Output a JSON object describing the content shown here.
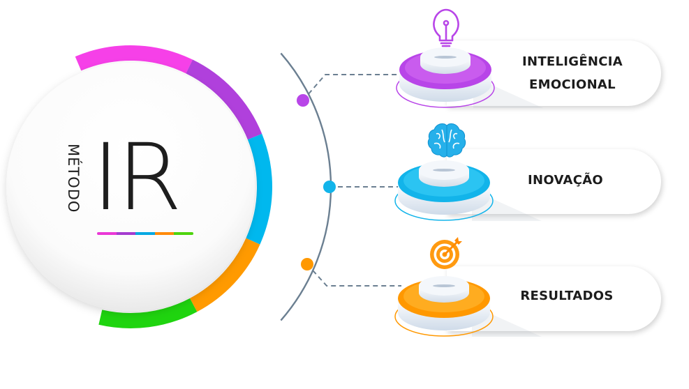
{
  "title": {
    "prefix": "MÉTODO",
    "main": "IR"
  },
  "palette": {
    "magenta": "#f43ee8",
    "purple": "#a93ad4",
    "violet": "#c84ff0",
    "blue": "#00aee8",
    "cyan": "#00c8f6",
    "orange": "#ff8c00",
    "amber": "#ffb300",
    "green": "#17d60f",
    "line": "#6b7f91"
  },
  "underline_colors": [
    "#ea38d6",
    "#a43cd0",
    "#04a8e2",
    "#ff8a0a",
    "#4ed40e"
  ],
  "ring_segments": [
    {
      "name": "magenta",
      "color": "#f640e8"
    },
    {
      "name": "purple",
      "color": "#b040dc"
    },
    {
      "name": "blue",
      "color": "#00b8ee"
    },
    {
      "name": "orange",
      "color": "#ff9a00"
    },
    {
      "name": "green",
      "color": "#1fd40f"
    }
  ],
  "items": [
    {
      "label_lines": [
        "INTELIGÊNCIA",
        "EMOCIONAL"
      ],
      "icon": "lightbulb-icon",
      "color": "#b845e8",
      "color_light": "#d46cf2"
    },
    {
      "label_lines": [
        "INOVAÇÃO"
      ],
      "icon": "brain-icon",
      "color": "#12b4ea",
      "color_light": "#3ccff7"
    },
    {
      "label_lines": [
        "RESULTADOS"
      ],
      "icon": "target-icon",
      "color": "#ff9800",
      "color_light": "#ffb935"
    }
  ]
}
